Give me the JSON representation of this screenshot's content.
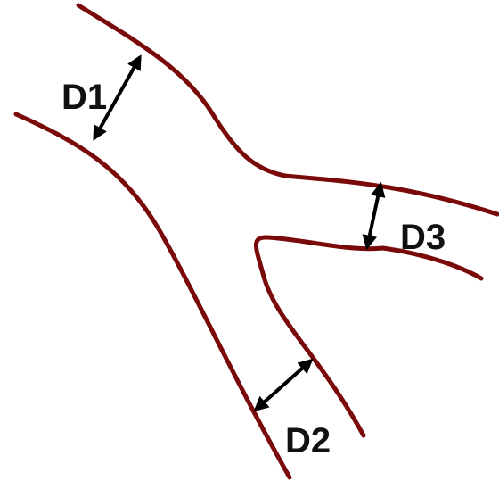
{
  "colors": {
    "vessel_wall": "#7a0a0a",
    "arrow": "#000000",
    "label": "#111111"
  },
  "labels": {
    "d1": "D1",
    "d2": "D2",
    "d3": "D3"
  }
}
